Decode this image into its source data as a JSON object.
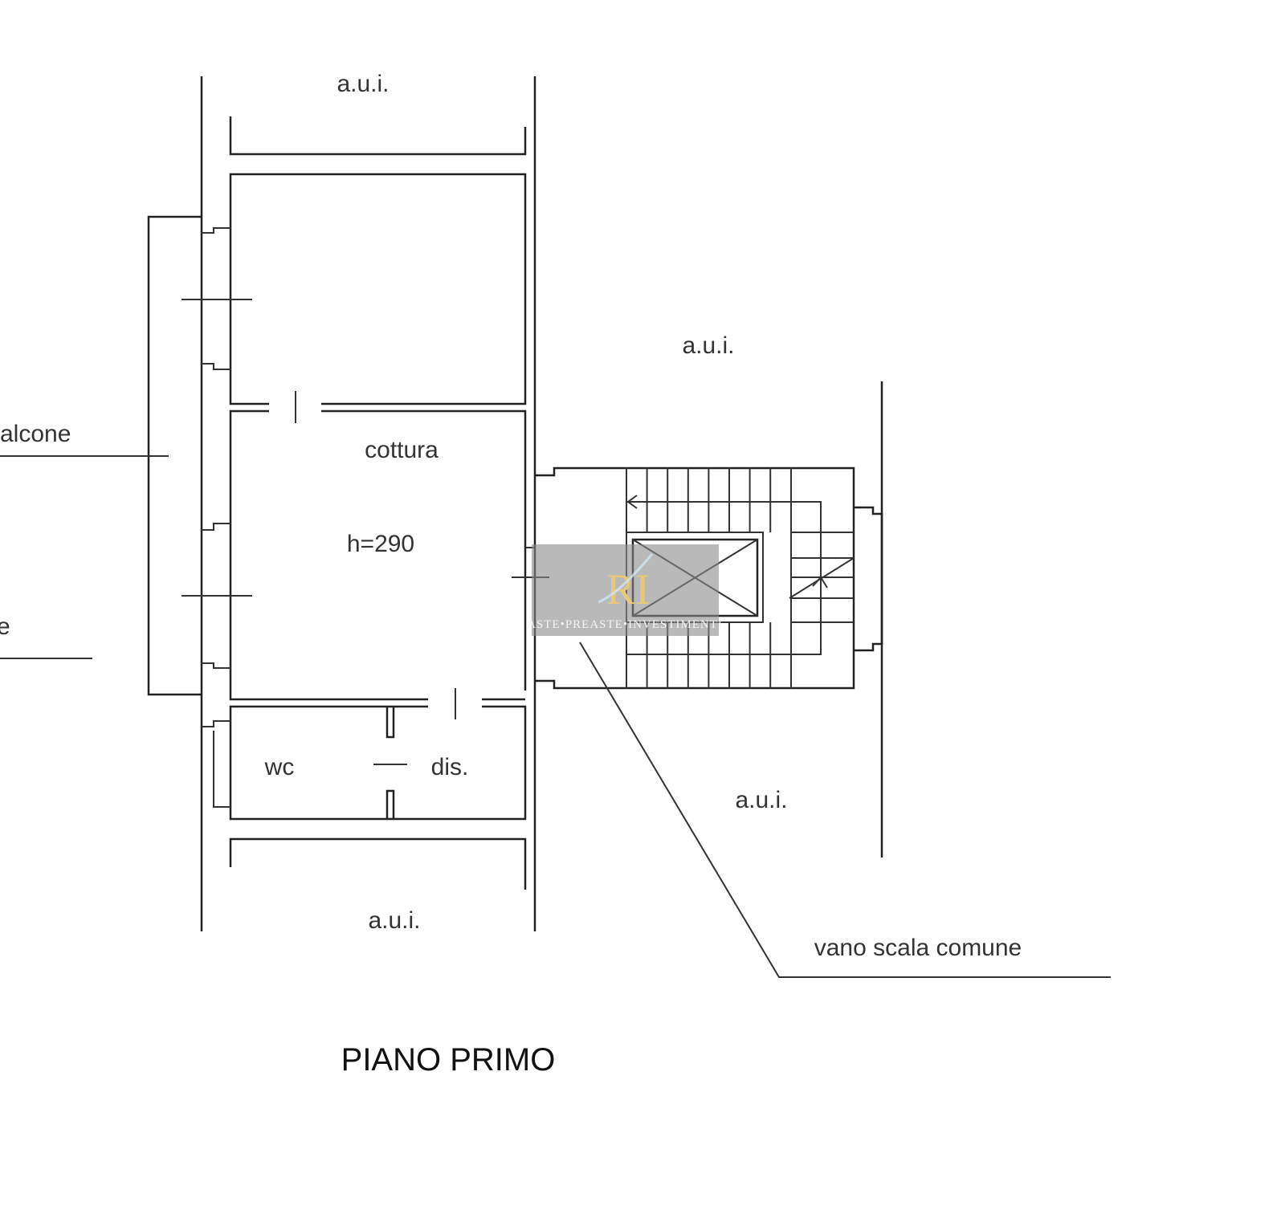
{
  "plan": {
    "title": "PIANO PRIMO",
    "labels": {
      "aui_top": "a.u.i.",
      "aui_right": "a.u.i.",
      "aui_right_low": "a.u.i.",
      "aui_bottom": "a.u.i.",
      "cottura": "cottura",
      "height": "h=290",
      "wc": "wc",
      "dis": "dis.",
      "balcone_1": "alcone",
      "balcone_2": "e",
      "stair": "vano scala comune"
    }
  },
  "watermark": {
    "logo": "RI",
    "text": "ASTE•PREASTE•INVESTIMENTI"
  }
}
